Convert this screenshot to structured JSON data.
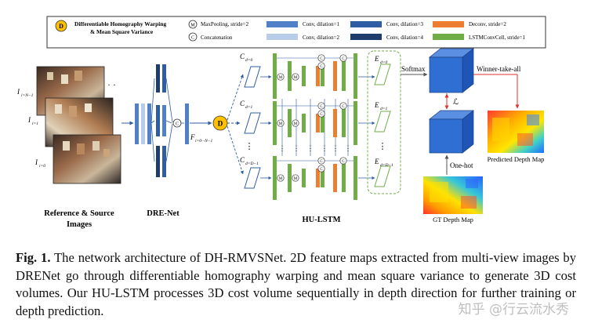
{
  "colors": {
    "conv1": "#4f80c8",
    "conv2": "#b8cbe8",
    "conv3": "#2f5da3",
    "conv4": "#1f3c6e",
    "deconv": "#ed7d31",
    "lstm": "#70ad47",
    "diff": "#ffc000",
    "cube": "#2f6fd3",
    "plane": "#2f5da3",
    "arrow_red": "#e03030"
  },
  "legend": {
    "d_symbol": "D",
    "d_label_line1": "Differentiable Homography Warping",
    "d_label_line2": "& Mean Square Variance",
    "m_symbol": "M",
    "m_label": "MaxPooling, stride=2",
    "c_symbol": "C",
    "c_label": "Concatenation",
    "conv1": "Conv, dilation=1",
    "conv2": "Conv, dilation=2",
    "conv3": "Conv, dilation=3",
    "conv4": "Conv, dilation=4",
    "deconv": "Deconv, stride=2",
    "lstm": "LSTMConvCell, stride=1"
  },
  "inputs": {
    "label_top": "I",
    "sub_top": "i=N−1",
    "label_mid": "I",
    "sub_mid": "i=1",
    "label_bot": "I",
    "sub_bot": "i=0",
    "dots": "⋮",
    "caption_line1": "Reference & Source",
    "caption_line2": "Images"
  },
  "dre_net": {
    "label": "DRE-Net"
  },
  "features": {
    "label": "F",
    "sub": "i=0···N−1"
  },
  "cost_volumes": [
    {
      "label": "C",
      "sub": "d=0"
    },
    {
      "label": "C",
      "sub": "d=1"
    },
    {
      "label": "C",
      "sub": "d=D−1"
    }
  ],
  "hu_lstm": {
    "label": "HU-LSTM"
  },
  "outputs": [
    {
      "label": "E",
      "sub": "d=0"
    },
    {
      "label": "E",
      "sub": "d=1"
    },
    {
      "label": "E",
      "sub": "d=D−1"
    }
  ],
  "right": {
    "softmax": "Softmax",
    "wta": "Winner-take-all",
    "loss": "ℒ",
    "onehot": "One-hot",
    "pred_label": "Predicted Depth Map",
    "gt_label": "GT Depth Map"
  },
  "caption": {
    "fig": "Fig. 1.",
    "text": " The network architecture of DH-RMVSNet. 2D feature maps extracted from multi-view images by DRENet go through differentiable homography warping and mean square variance to generate 3D cost volumes. Our HU-LSTM processes 3D cost volume sequentially in depth direction for further training or depth prediction."
  },
  "watermark": "知乎 @行云流水秀"
}
